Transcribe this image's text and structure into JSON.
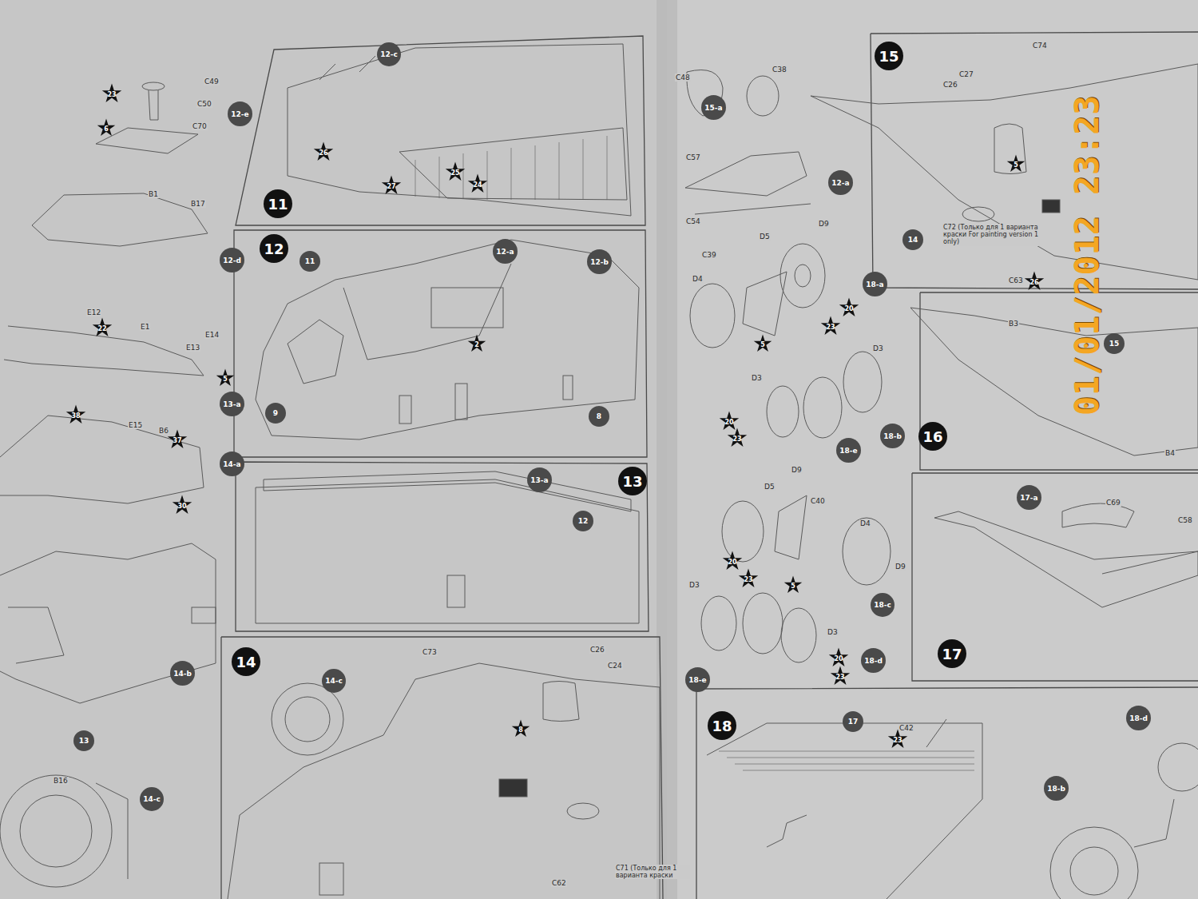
{
  "diagram": {
    "nodes": [
      {
        "text": [
          "12-e"
        ]
      },
      {
        "text": [
          "23"
        ]
      },
      {
        "text": [
          "6"
        ]
      },
      {
        "text": [
          "12-d"
        ]
      },
      {
        "text": [
          "22"
        ]
      },
      {
        "text": [
          "5"
        ]
      },
      {
        "text": [
          "13-a"
        ]
      },
      {
        "text": [
          "38"
        ]
      },
      {
        "text": [
          "37"
        ]
      },
      {
        "text": [
          "30"
        ]
      },
      {
        "text": [
          "14-a"
        ]
      },
      {
        "text": [
          "14-b"
        ]
      },
      {
        "text": [
          "13"
        ]
      },
      {
        "text": [
          "14-c"
        ]
      },
      {
        "text": [
          "12-c"
        ]
      },
      {
        "text": [
          "26"
        ]
      },
      {
        "text": [
          "27"
        ]
      },
      {
        "text": [
          "25"
        ]
      },
      {
        "text": [
          "24"
        ]
      },
      {
        "text": [
          "11"
        ]
      },
      {
        "text": [
          "12"
        ]
      },
      {
        "text": [
          "11"
        ]
      },
      {
        "text": [
          "12-a"
        ]
      },
      {
        "text": [
          "12-b"
        ]
      },
      {
        "text": [
          "2"
        ]
      },
      {
        "text": [
          "9"
        ]
      },
      {
        "text": [
          "8"
        ]
      },
      {
        "text": [
          "13-a"
        ]
      },
      {
        "text": [
          "13"
        ]
      },
      {
        "text": [
          "12"
        ]
      },
      {
        "text": [
          "14"
        ]
      },
      {
        "text": [
          "14-c"
        ]
      },
      {
        "text": [
          "8"
        ]
      },
      {
        "text": [
          "15-a"
        ]
      },
      {
        "text": [
          "12-a"
        ]
      },
      {
        "text": [
          "18-a"
        ]
      },
      {
        "text": [
          "20"
        ]
      },
      {
        "text": [
          "23"
        ]
      },
      {
        "text": [
          "5"
        ]
      },
      {
        "text": [
          "20"
        ]
      },
      {
        "text": [
          "23"
        ]
      },
      {
        "text": [
          "18-b"
        ]
      },
      {
        "text": [
          "18-e"
        ]
      },
      {
        "text": [
          "20"
        ]
      },
      {
        "text": [
          "23"
        ]
      },
      {
        "text": [
          "5"
        ]
      },
      {
        "text": [
          "18-c"
        ]
      },
      {
        "text": [
          "20"
        ]
      },
      {
        "text": [
          "23"
        ]
      },
      {
        "text": [
          "18-e"
        ]
      },
      {
        "text": [
          "18-d"
        ]
      },
      {
        "text": [
          "15"
        ]
      },
      {
        "text": [
          "14"
        ]
      },
      {
        "text": [
          "5"
        ]
      },
      {
        "text": [
          "26"
        ]
      },
      {
        "text": [
          "16"
        ]
      },
      {
        "text": [
          "15"
        ]
      },
      {
        "text": [
          "17-a"
        ]
      },
      {
        "text": [
          "17"
        ]
      },
      {
        "text": [
          "18"
        ]
      },
      {
        "text": [
          "17"
        ]
      },
      {
        "text": [
          "23"
        ]
      },
      {
        "text": [
          "18-d"
        ]
      },
      {
        "text": [
          "18-b"
        ]
      }
    ],
    "labels": [
      "C49",
      "C50",
      "C70",
      "B1",
      "B17",
      "E12",
      "E1",
      "E13",
      "E14",
      "E15",
      "B6",
      "B16",
      "C73",
      "C26",
      "C24",
      "C71 (Только для 1 варианта краски",
      "C62",
      "C48",
      "C38",
      "C57",
      "C54",
      "D9",
      "D5",
      "C39",
      "D4",
      "D3",
      "D3",
      "D9",
      "D5",
      "C40",
      "D4",
      "D9",
      "D3",
      "D3",
      "C26",
      "C27",
      "C74",
      "C72 (Только для 1 варианта краски For painting version 1 only)",
      "C63",
      "B3",
      "B4",
      "C69",
      "C58",
      "C42",
      "01/01/2012 23:23"
    ]
  }
}
